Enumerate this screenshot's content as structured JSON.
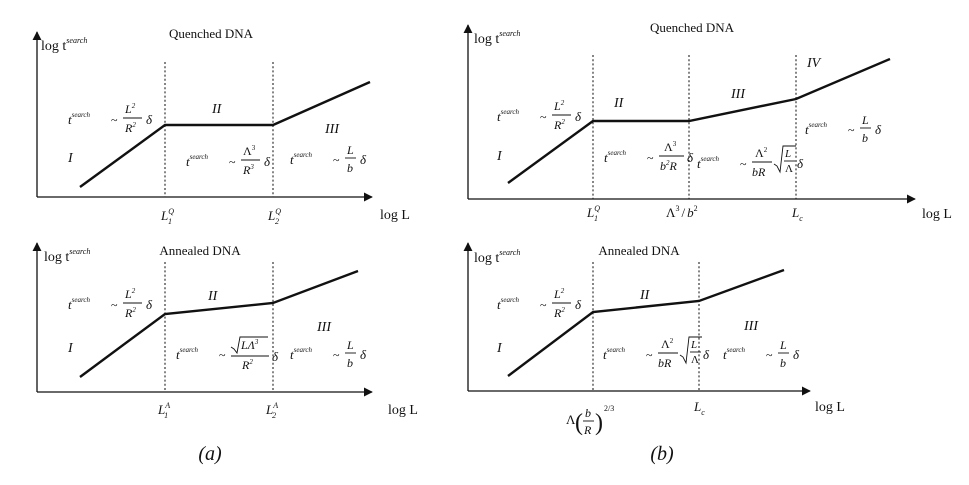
{
  "panels": [
    {
      "id": "a-quenched",
      "title": "Quenched DNA",
      "ylabel_main": "log t",
      "ylabel_sup": "search",
      "xlabel": "log L",
      "regions": [
        "I",
        "II",
        "III"
      ],
      "ticks": [
        {
          "main": "L",
          "sup": "Q",
          "sub": "1"
        },
        {
          "main": "L",
          "sup": "Q",
          "sub": "2"
        }
      ]
    },
    {
      "id": "a-annealed",
      "title": "Annealed DNA",
      "ylabel_main": "log t",
      "ylabel_sup": "search",
      "xlabel": "log L",
      "regions": [
        "I",
        "II",
        "III"
      ],
      "ticks": [
        {
          "main": "L",
          "sup": "A",
          "sub": "1"
        },
        {
          "main": "L",
          "sup": "A",
          "sub": "2"
        }
      ]
    },
    {
      "id": "b-quenched",
      "title": "Quenched DNA",
      "ylabel_main": "log t",
      "ylabel_sup": "search",
      "xlabel": "log L",
      "regions": [
        "I",
        "II",
        "III",
        "IV"
      ],
      "ticks": [
        {
          "main": "L",
          "sup": "Q",
          "sub": "1"
        },
        {
          "main": "Λ",
          "sup": "3",
          "sep": "/",
          "den": "b",
          "den_sup": "2"
        },
        {
          "main": "L",
          "sub": "c"
        }
      ]
    },
    {
      "id": "b-annealed",
      "title": "Annealed DNA",
      "ylabel_main": "log t",
      "ylabel_sup": "search",
      "xlabel": "log L",
      "regions": [
        "I",
        "II",
        "III"
      ],
      "ticks": [
        {
          "lead": "Λ",
          "num": "b",
          "den": "R",
          "exp": "2/3"
        },
        {
          "main": "L",
          "sub": "c"
        }
      ]
    }
  ],
  "formula": {
    "t": "t",
    "sup": "search",
    "sim": "~",
    "delta": "δ",
    "L": "L",
    "L2": "L",
    "L2_exp": "2",
    "R2": "R",
    "R2_exp": "2",
    "b": "b",
    "Lam3": "Λ",
    "Lam3_exp": "3",
    "R3": "R",
    "R3_exp": "3",
    "b2R_b": "b",
    "b2R_exp": "2",
    "b2R_R": "R",
    "Lam2": "Λ",
    "Lam2_exp": "2",
    "bR": "bR",
    "LLam3": "LΛ",
    "LLam3_exp": "3",
    "Lam": "Λ"
  },
  "captions": [
    "(a)",
    "(b)"
  ]
}
